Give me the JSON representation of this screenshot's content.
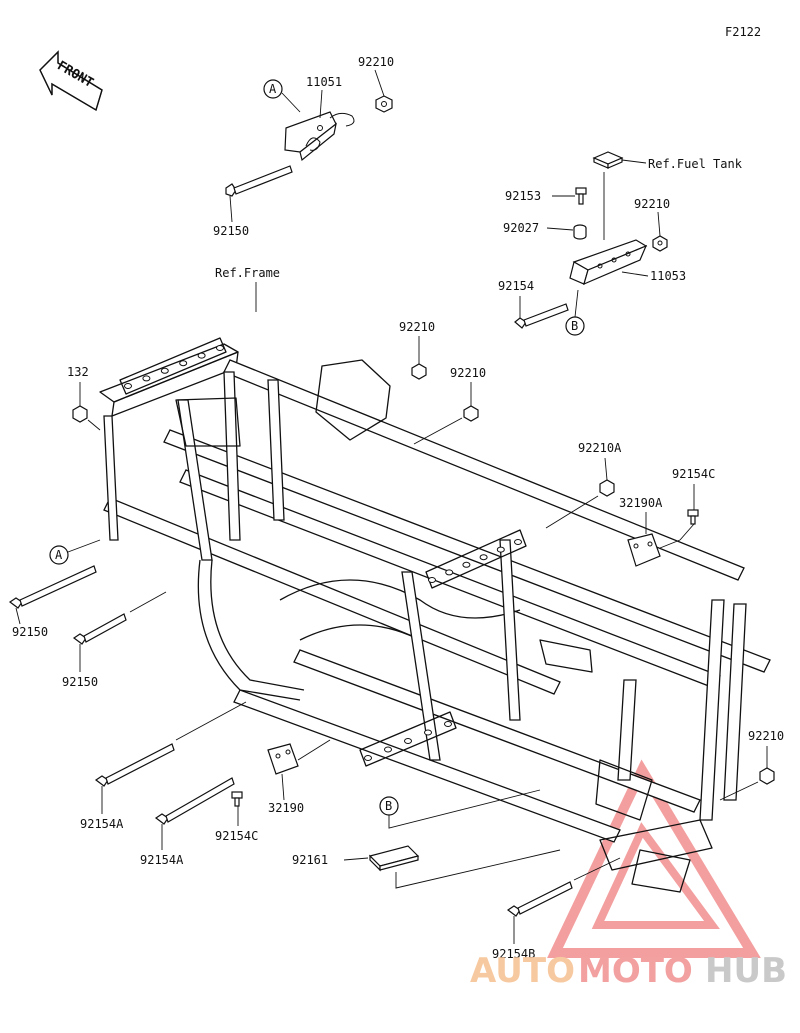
{
  "figure_code": "F2122",
  "front_label": "FRONT",
  "callouts": {
    "A_top": "A",
    "A_left": "A",
    "B_top": "B",
    "B_bottom": "B"
  },
  "parts": {
    "p11051": "11051",
    "p92210_top": "92210",
    "p92150_top": "92150",
    "ref_fuel_tank": "Ref.Fuel Tank",
    "p92153": "92153",
    "p92027": "92027",
    "p92210_bracket": "92210",
    "p11053": "11053",
    "p92154": "92154",
    "ref_frame": "Ref.Frame",
    "p92210_mid1": "92210",
    "p92210_mid2": "92210",
    "p132": "132",
    "p92210A": "92210A",
    "p92154C_right": "92154C",
    "p32190A": "32190A",
    "p92150_left1": "92150",
    "p92150_left2": "92150",
    "p92154A_1": "92154A",
    "p92154A_2": "92154A",
    "p92154C_bottom": "92154C",
    "p32190": "32190",
    "p92161": "92161",
    "p92210_right": "92210",
    "p92154B": "92154B"
  },
  "watermark": {
    "part1": "AUTO",
    "part2": "MOTO",
    "part3": "HUB",
    "color_auto": "#f7c9a0",
    "color_moto": "#f2a0a0",
    "color_hub": "#c9c9c9",
    "triangle_color": "#f08080"
  }
}
